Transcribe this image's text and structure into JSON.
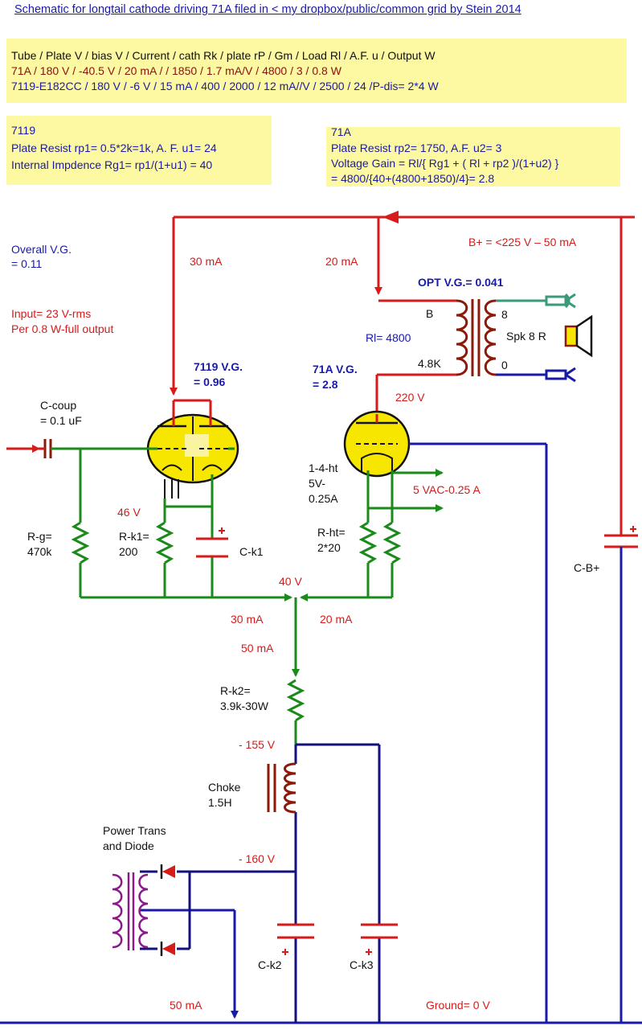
{
  "title": "Schematic for longtail cathode driving 71A  filed in < my dropbox/public/common grid    by Stein   2014",
  "spec_table": {
    "header": "Tube             /  Plate V  /  bias V  / Current / cath Rk / plate rP / Gm  / Load Rl / A.F. u /   Output W",
    "row_71a": "71A                /   180 V   /  -40.5 V / 20 mA  /          /  1850  /  1.7 mA/V  /  4800   /      3    /     0.8 W",
    "row_7119": "7119-E182CC /   180 V  /      -6 V   / 15 mA  / 400  /  2000  /   12 mA//V  /   2500    /    24   /P-dis= 2*4 W"
  },
  "box_7119": {
    "title": "7119",
    "line1": "Plate Resist rp1= 0.5*2k=1k, A. F. u1= 24",
    "line2": "Internal Impdence Rg1= rp1/(1+u1) = 40"
  },
  "box_71a": {
    "title": "71A",
    "line1": "Plate Resist rp2= 1750, A.F. u2= 3",
    "line2": "Voltage Gain = Rl/{ Rg1 + ( Rl + rp2 )/(1+u2) }",
    "line3": "= 4800/{40+(4800+1850)/4}= 2.8"
  },
  "labels": {
    "overall_vg_1": "Overall V.G.",
    "overall_vg_2": "= 0.11",
    "input_1": "Input= 23 V-rms",
    "input_2": "Per 0.8 W-full output",
    "current_30ma_top": "30  mA",
    "current_20ma_top": "20  mA",
    "bplus": "B+ = <225 V – 50 mA",
    "opt_vg": "OPT V.G.= 0.041",
    "b_tap": "B",
    "tap_8": "8",
    "tap_0": "0",
    "spk": "Spk 8 R",
    "rl": "Rl= 4800",
    "tap_4k8": "4.8K",
    "v7119_1": "7119 V.G.",
    "v7119_2": "= 0.96",
    "v71a_1": "71A V.G.",
    "v71a_2": "= 2.8",
    "v220": "220 V",
    "ccoup_1": "C-coup",
    "ccoup_2": "= 0.1 uF",
    "ht_1": "1-4-ht",
    "ht_2": "5V-",
    "ht_3": "0.25A",
    "vac": "5 VAC-0.25 A",
    "v46": "46 V",
    "rg_1": "R-g=",
    "rg_2": "470k",
    "rk1_1": "R-k1=",
    "rk1_2": "200",
    "ck1": "C-k1",
    "rht_1": "R-ht=",
    "rht_2": "2*20",
    "cbplus": "C-B+",
    "v40": "40 V",
    "i30": "30 mA",
    "i20": "20 mA",
    "i50": "50 mA",
    "rk2_1": "R-k2=",
    "rk2_2": "3.9k-30W",
    "v155": "- 155 V",
    "choke_1": "Choke",
    "choke_2": "1.5H",
    "pt_1": "Power Trans",
    "pt_2": "and Diode",
    "v160": "- 160 V",
    "ck2": "C-k2",
    "ck3": "C-k3",
    "i50_bottom": "50  mA",
    "ground": "Ground=  0  V"
  },
  "colors": {
    "red": "#d71a1a",
    "blue": "#1a1aa8",
    "green": "#1a8a1a",
    "navy": "#12127a",
    "brown": "#8b1a0a",
    "teal": "#3a9a7a",
    "purple": "#8a1a8a",
    "box": "#fdf8a2"
  }
}
